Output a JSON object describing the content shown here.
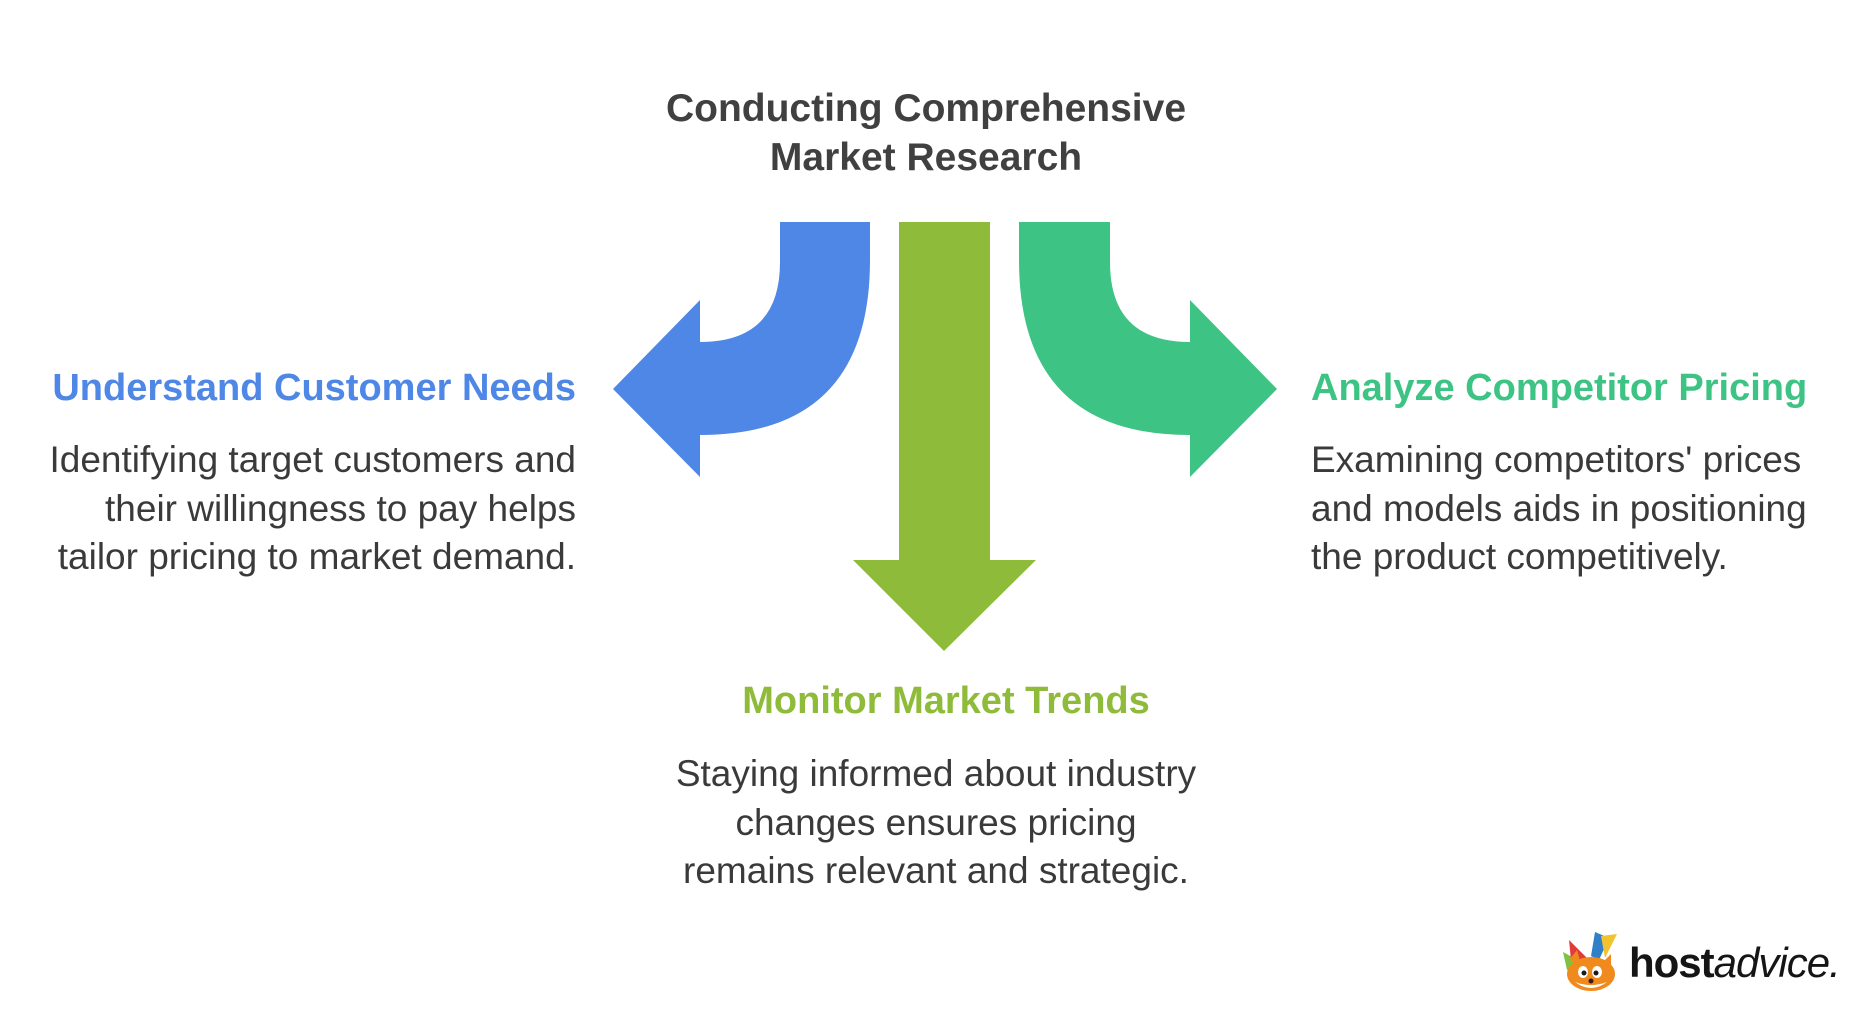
{
  "title": {
    "line1": "Conducting Comprehensive",
    "line2": "Market Research"
  },
  "branches": [
    {
      "heading": "Understand Customer Needs",
      "description": "Identifying target customers and their willingness to pay helps tailor pricing to market demand.",
      "color": "#4E87E6"
    },
    {
      "heading": "Monitor Market Trends",
      "description": "Staying informed about industry changes ensures pricing remains relevant and strategic.",
      "color": "#8FBB3A"
    },
    {
      "heading": "Analyze Competitor Pricing",
      "description": "Examining competitors' prices and models aids in positioning the product competitively.",
      "color": "#3DC484"
    }
  ],
  "logo": {
    "bold_part": "host",
    "light_part": "advice.",
    "icon": "fox-mascot-icon"
  }
}
